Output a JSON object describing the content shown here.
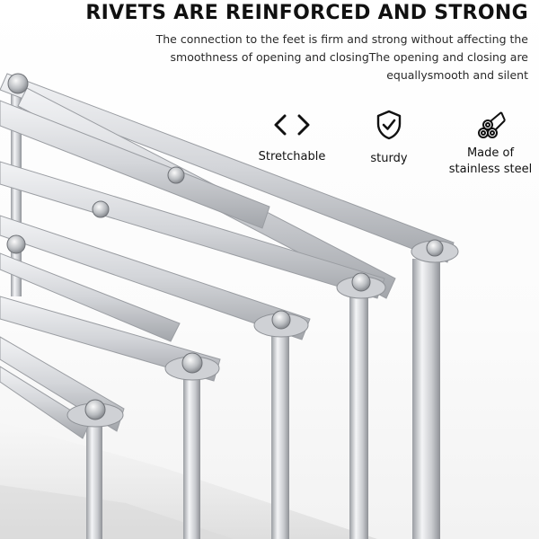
{
  "heading": "RIVETS ARE REINFORCED AND STRONG",
  "description": "The connection to the feet is firm and strong without affecting the smoothness of opening and closingThe opening and closing are equallysmooth and silent",
  "features": [
    {
      "label": "Stretchable",
      "icon": "chevron-arrows-icon"
    },
    {
      "label": "sturdy",
      "icon": "shield-check-icon"
    },
    {
      "label_lines": [
        "Made of",
        "stainless steel"
      ],
      "icon": "steel-tubes-icon"
    }
  ],
  "colors": {
    "steel_light": "#e6e7e9",
    "steel_mid": "#c4c6ca",
    "steel_dark": "#8f9297",
    "text": "#111111"
  }
}
